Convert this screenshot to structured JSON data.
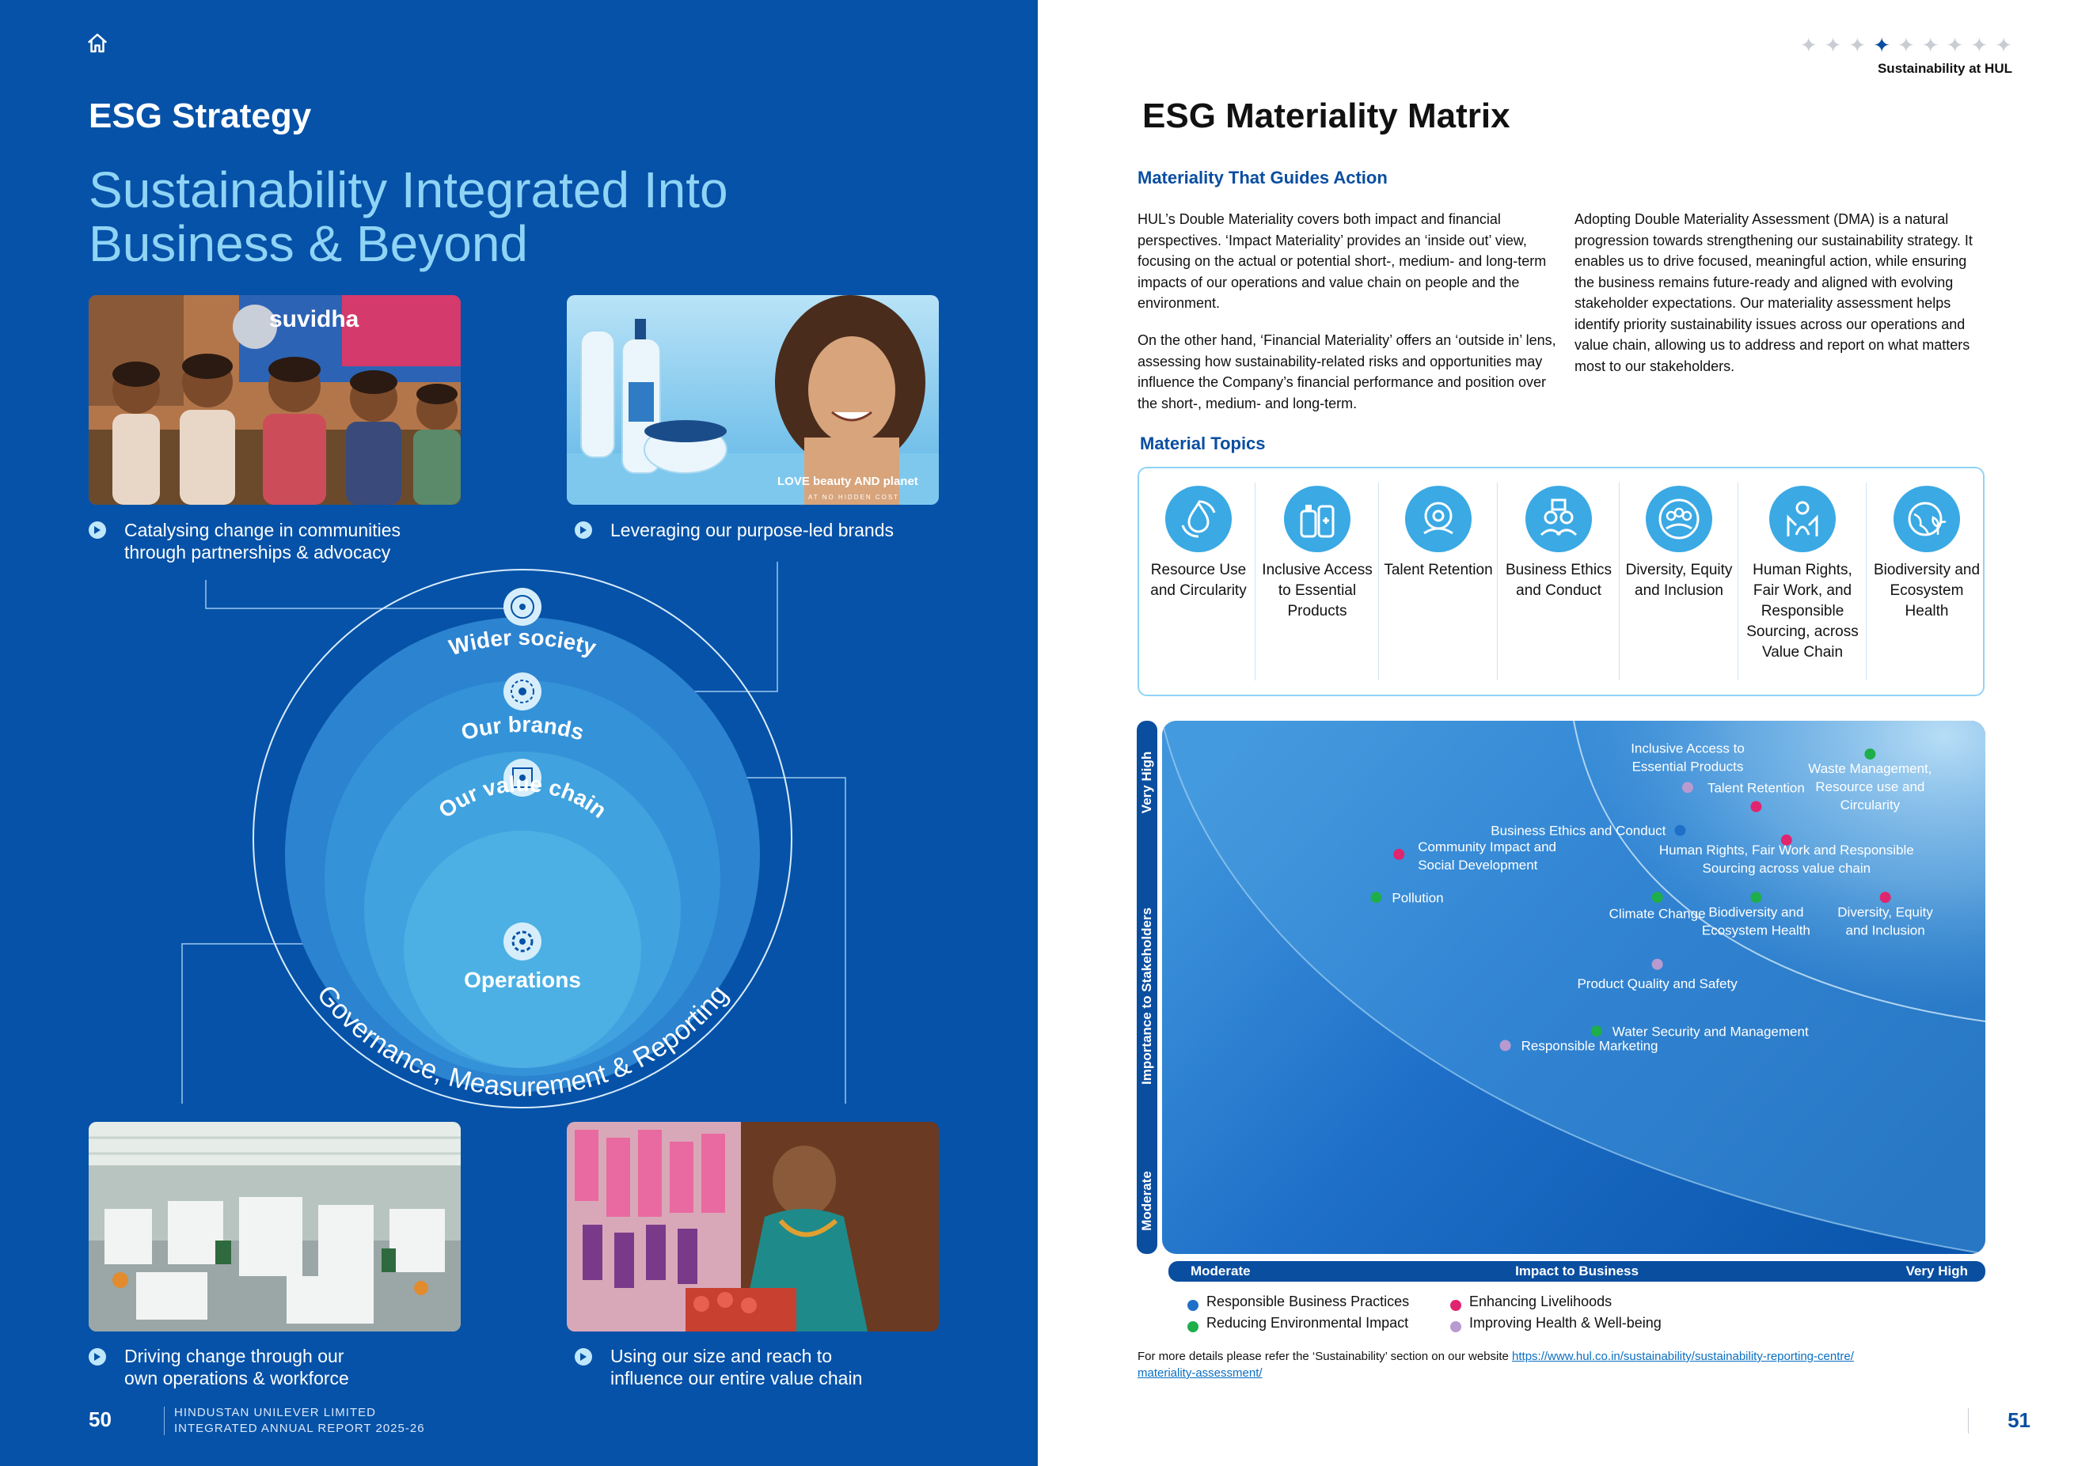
{
  "left": {
    "section_title": "ESG Strategy",
    "headline_line1": "Sustainability Integrated Into",
    "headline_line2": "Business & Beyond",
    "captions": [
      {
        "line1": "Catalysing change in communities",
        "line2": "through partnerships & advocacy"
      },
      {
        "line1": "Leveraging our purpose-led brands",
        "line2": ""
      },
      {
        "line1": "Driving change through our",
        "line2": "own operations & workforce"
      },
      {
        "line1": "Using our size and reach to",
        "line2": "influence our entire value chain"
      }
    ],
    "photo_text": {
      "suvidha": "suvidha",
      "love_beauty": "LOVE beauty AND planet",
      "no_hidden": "AT NO HIDDEN COST"
    },
    "circles": {
      "wider_society": "Wider society",
      "our_brands": "Our brands",
      "our_value_chain": "Our value chain",
      "operations": "Operations",
      "governance": "Governance, Measurement & Reporting"
    },
    "footer": {
      "page_number": "50",
      "company": "HINDUSTAN UNILEVER LIMITED",
      "report": "INTEGRATED ANNUAL REPORT 2025-26"
    }
  },
  "right": {
    "header_label": "Sustainability at HUL",
    "title": "ESG Materiality Matrix",
    "subtitle": "Materiality That Guides Action",
    "para1": "HUL’s Double Materiality covers both impact and financial perspectives. ‘Impact Materiality’ provides an ‘inside out’ view, focusing on the actual or potential short-, medium- and long-term impacts of our operations and value chain on people and the environment.",
    "para2": "On the other hand, ‘Financial Materiality’ offers an ‘outside in’ lens, assessing how sustainability-related risks and opportunities may influence the Company’s financial performance and position over the short-, medium- and long-term.",
    "para3": "Adopting Double Materiality Assessment (DMA) is a natural progression towards strengthening our sustainability strategy. It enables us to drive focused, meaningful action, while ensuring the business remains future-ready and aligned with evolving stakeholder expectations. Our materiality assessment helps identify priority sustainability issues across our operations and value chain, allowing us to address and report on what matters most to our stakeholders.",
    "material_topics_title": "Material Topics",
    "topics": [
      {
        "label": "Resource Use and Circularity",
        "icon": "water-drop-cycle-icon"
      },
      {
        "label": "Inclusive Access to Essential Products",
        "icon": "products-icon"
      },
      {
        "label": "Talent Retention",
        "icon": "talent-head-icon"
      },
      {
        "label": "Business Ethics and Conduct",
        "icon": "ethics-people-icon"
      },
      {
        "label": "Diversity, Equity and Inclusion",
        "icon": "diversity-group-icon"
      },
      {
        "label": "Human Rights, Fair Work, and Responsible Sourcing, across Value Chain",
        "icon": "hands-icon"
      },
      {
        "label": "Biodiversity and Ecosystem Health",
        "icon": "globe-plant-icon"
      }
    ],
    "legend": [
      {
        "label": "Responsible Business Practices",
        "color": "#1e6fc8"
      },
      {
        "label": "Enhancing Livelihoods",
        "color": "#e0256e"
      },
      {
        "label": "Reducing Environmental Impact",
        "color": "#1eae4a"
      },
      {
        "label": "Improving Health & Well-being",
        "color": "#b99ad0"
      }
    ],
    "note_text": "For more details please refer the ‘Sustainability’ section on our website ",
    "note_link1": "https://www.hul.co.in/sustainability/sustainability-reporting-centre/",
    "note_link2": "materiality-assessment/",
    "page_number": "51"
  },
  "chart_data": {
    "type": "scatter",
    "title": "",
    "xlabel": "Impact to Business",
    "ylabel": "Importance to Stakeholders",
    "x_ticks": [
      "Moderate",
      "Very High"
    ],
    "y_ticks": [
      "Moderate",
      "Very High"
    ],
    "xlim": [
      0,
      100
    ],
    "ylim": [
      0,
      100
    ],
    "series": [
      {
        "name": "Responsible Business Practices",
        "color": "#1e6fc8",
        "points": [
          {
            "label": "Business Ethics and Conduct",
            "x": 64,
            "y": 82
          }
        ]
      },
      {
        "name": "Enhancing Livelihoods",
        "color": "#e0256e",
        "points": [
          {
            "label": "Talent Retention",
            "x": 74,
            "y": 87
          },
          {
            "label": "Human Rights, Fair Work and Responsible Sourcing across value chain",
            "x": 78,
            "y": 80
          },
          {
            "label": "Community Impact and Social Development",
            "x": 27,
            "y": 77
          },
          {
            "label": "Diversity, Equity and Inclusion",
            "x": 91,
            "y": 68
          }
        ]
      },
      {
        "name": "Reducing Environmental Impact",
        "color": "#1eae4a",
        "points": [
          {
            "label": "Waste Management, Resource use and Circularity",
            "x": 89,
            "y": 98
          },
          {
            "label": "Pollution",
            "x": 24,
            "y": 68
          },
          {
            "label": "Climate Change",
            "x": 61,
            "y": 68
          },
          {
            "label": "Biodiversity and Ecosystem Health",
            "x": 74,
            "y": 68
          },
          {
            "label": "Water Security and Management",
            "x": 53,
            "y": 40
          }
        ]
      },
      {
        "name": "Improving Health & Well-being",
        "color": "#b99ad0",
        "points": [
          {
            "label": "Inclusive Access to Essential Products",
            "x": 65,
            "y": 91
          },
          {
            "label": "Product Quality and Safety",
            "x": 61,
            "y": 54
          },
          {
            "label": "Responsible Marketing",
            "x": 41,
            "y": 37
          }
        ]
      }
    ]
  }
}
